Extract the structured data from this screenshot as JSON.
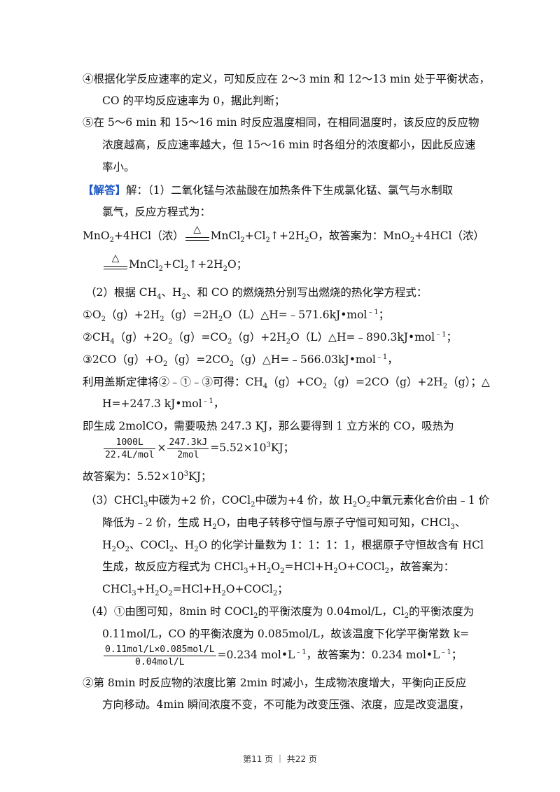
{
  "s4": {
    "l1": "④根据化学反应速率的定义，可知反应在 2～3 min 和 12～13 min 处于平衡状态，",
    "l2": "CO 的平均反应速率为 0，据此判断；"
  },
  "s5": {
    "l1": "⑤在 5～6 min 和 15～16 min 时反应温度相同，在相同温度时，该反应的反应物",
    "l2": "浓度越高，反应速率越大，但 15～16 min 时各组分的浓度都小，因此反应速",
    "l3": "率小。"
  },
  "answer": {
    "tag": "【解答】",
    "l1": "解：（1）二氧化锰与浓盐酸在加热条件下生成氯化锰、氯气与水制取",
    "l2": "氯气，反应方程式为：",
    "eq1": {
      "a": "MnO",
      "s2": "2",
      "b": "+4HCl（浓）",
      "tri": "△",
      "c": "MnCl",
      "d": "+Cl",
      "e": "↑+2H",
      "f": "O，故答案为：MnO",
      "g": "+4HCl（浓）"
    },
    "eq1b": {
      "tri": "△",
      "a": "MnCl",
      "b": "+Cl",
      "c": "↑+2H",
      "d": "O；"
    }
  },
  "p2": {
    "intro": "（2）根据 CH",
    "intro_b": "、H",
    "intro_c": "、和 CO 的燃烧热分别写出燃烧的热化学方程式：",
    "r1": {
      "a": "①O",
      "b": "（g）+2H",
      "c": "（g）=2H",
      "d": "O（L）△H=﹣571.6kJ•mol",
      "sup": "﹣1",
      "e": "；"
    },
    "r2": {
      "a": "②CH",
      "b": "（g）+2O",
      "c": "（g）=CO",
      "d": "（g）+2H",
      "e": "O（L）△H=﹣890.3kJ•mol",
      "sup": "﹣1",
      "f": "；"
    },
    "r3": {
      "a": "③2CO（g）+O",
      "b": "（g）=2CO",
      "c": "（g）△H=﹣566.03kJ•mol",
      "sup": "﹣1",
      "d": "，"
    },
    "hess1": {
      "a": "利用盖斯定律将②﹣①﹣③可得：CH",
      "b": "（g）+CO",
      "c": "（g）=2CO（g）+2H",
      "d": "（g）；△"
    },
    "hess2": {
      "a": "H=+247.3 kJ•mol",
      "sup": "﹣1",
      "b": "，"
    },
    "heat1": "即生成 2molCO，需要吸热 247.3 KJ，那么要得到 1 立方米的 CO，吸热为",
    "frac1_num": "1000L",
    "frac1_den": "22.4L/mol",
    "times": "×",
    "frac2_num": "247.3kJ",
    "frac2_den": "2mol",
    "result_a": "=5.52×10",
    "result_sup": "3",
    "result_b": "KJ；",
    "ans_a": "故答案为：5.52×10",
    "ans_sup": "3",
    "ans_b": "KJ；"
  },
  "p3": {
    "l1": {
      "a": "（3）CHCl",
      "b": "中碳为+2 价，COCl",
      "c": "中碳为+4 价，故 H",
      "d": "O",
      "e": "中氧元素化合价由﹣1 价"
    },
    "l2": {
      "a": "降低为﹣2 价，生成 H",
      "b": "O，由电子转移守恒与原子守恒可知可知，CHCl",
      "c": "、"
    },
    "l3": {
      "a": "H",
      "b": "O",
      "c": "、COCl",
      "d": "、H",
      "e": "O 的化学计量数为 1：1：1：1，根据原子守恒故含有 HCl"
    },
    "l4": {
      "a": "生成，故反应方程式为 CHCl",
      "b": "+H",
      "c": "O",
      "d": "=HCl+H",
      "e": "O+COCl",
      "f": "，故答案为："
    },
    "l5": {
      "a": "CHCl",
      "b": "+H",
      "c": "O",
      "d": "=HCl+H",
      "e": "O+COCl",
      "f": "；"
    }
  },
  "p4": {
    "l1": {
      "a": "（4）①由图可知，8min 时 COCl",
      "b": "的平衡浓度为 0.04mol/L，Cl",
      "c": "的平衡浓度为"
    },
    "l2": "0.11mol/L，CO 的平衡浓度为 0.085mol/L，故该温度下化学平衡常数 k=",
    "k_num": "0.11mol/L×0.085mol/L",
    "k_den": "0.04mol/L",
    "k_a": "=0.234 mol•L",
    "k_sup1": "﹣1",
    "k_b": "，故答案为：0.234 mol•L",
    "k_sup2": "﹣1",
    "k_c": "；",
    "l4": "②第 8min 时反应物的浓度比第 2min 时减小，生成物浓度增大，平衡向正反应",
    "l5": "方向移动。4min 瞬间浓度不变，不可能为改变压强、浓度，应是改变温度，"
  },
  "two": "2",
  "footer": "第11 页 ｜ 共22 页"
}
